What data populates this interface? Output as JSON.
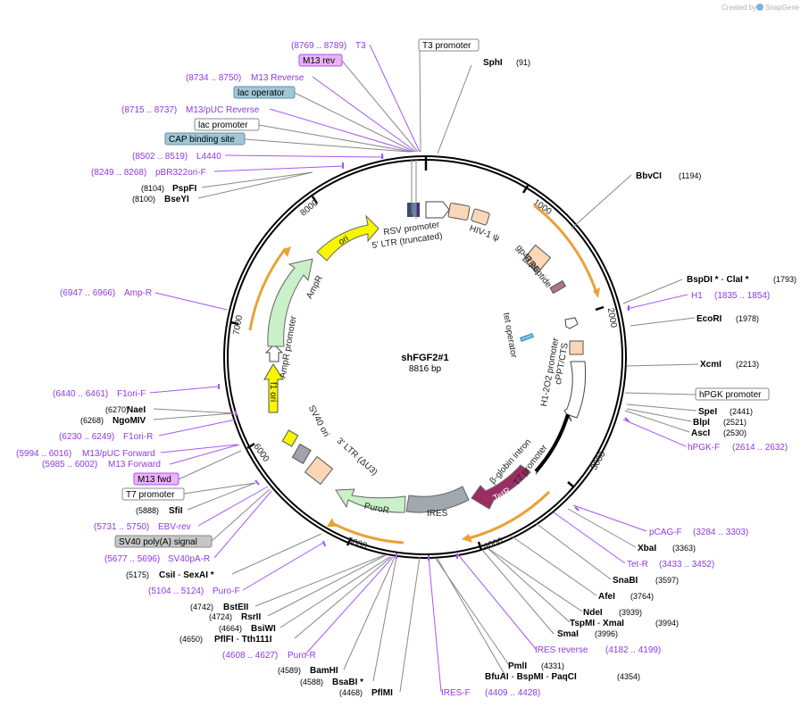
{
  "credit": {
    "label": "Created by",
    "brand": "SnapGene"
  },
  "plasmid": {
    "name": "shFGF2#1",
    "length": "8816 bp"
  },
  "ticks": [
    "1000",
    "2000",
    "3000",
    "4000",
    "5000",
    "6000",
    "7000",
    "8000"
  ],
  "features": [
    {
      "id": "rsv",
      "label": "RSV promoter"
    },
    {
      "id": "ltr5",
      "label": "5' LTR (truncated)"
    },
    {
      "id": "hiv",
      "label": "HIV-1 ψ"
    },
    {
      "id": "rre",
      "label": "RRE"
    },
    {
      "id": "gp41",
      "label": "gp41 peptide"
    },
    {
      "id": "tetop",
      "label": "tet operator"
    },
    {
      "id": "cppt",
      "label": "cPPT/CTS"
    },
    {
      "id": "h1",
      "label": "H1-2O2 promoter"
    },
    {
      "id": "bglob",
      "label": "β-globin intron"
    },
    {
      "id": "t7",
      "label": "T7 promoter"
    },
    {
      "id": "tetr",
      "label": "TetR"
    },
    {
      "id": "ires",
      "label": "IRES"
    },
    {
      "id": "puror",
      "label": "PuroR"
    },
    {
      "id": "ltr3",
      "label": "3' LTR (ΔU3)"
    },
    {
      "id": "sv40ori",
      "label": "SV40 ori"
    },
    {
      "id": "f1ori",
      "label": "f1 ori"
    },
    {
      "id": "amppro",
      "label": "AmpR promoter"
    },
    {
      "id": "ampr",
      "label": "AmpR"
    },
    {
      "id": "ori",
      "label": "ori"
    }
  ],
  "annotations": [
    {
      "label": "T3",
      "range": "(8769 .. 8789)"
    },
    {
      "label": "T3 promoter"
    },
    {
      "label": "SphI",
      "num": "(91)"
    },
    {
      "label": "M13 rev"
    },
    {
      "label": "M13 Reverse",
      "range": "(8734 .. 8750)"
    },
    {
      "label": "lac operator"
    },
    {
      "label": "M13/pUC Reverse",
      "range": "(8715 .. 8737)"
    },
    {
      "label": "lac promoter"
    },
    {
      "label": "CAP binding site"
    },
    {
      "label": "L4440",
      "range": "(8502 .. 8519)"
    },
    {
      "label": "pBR322ori-F",
      "range": "(8249 .. 8268)"
    },
    {
      "label": "PspFI",
      "num": "(8104)"
    },
    {
      "label": "BseYI",
      "num": "(8100)"
    },
    {
      "label": "BbvCI",
      "num": "(1194)"
    },
    {
      "label": "BspDI",
      "extra": "ClaI",
      "num": "(1793)"
    },
    {
      "label": "H1",
      "range": "(1835 .. 1854)"
    },
    {
      "label": "EcoRI",
      "num": "(1978)"
    },
    {
      "label": "XcmI",
      "num": "(2213)"
    },
    {
      "label": "Amp-R",
      "range": "(6947 .. 6966)"
    },
    {
      "label": "hPGK promoter"
    },
    {
      "label": "SpeI",
      "num": "(2441)"
    },
    {
      "label": "BlpI",
      "num": "(2521)"
    },
    {
      "label": "AscI",
      "num": "(2530)"
    },
    {
      "label": "hPGK-F",
      "range": "(2614 .. 2632)"
    },
    {
      "label": "F1ori-F",
      "range": "(6440 .. 6461)"
    },
    {
      "label": "NaeI",
      "num": "(6270)"
    },
    {
      "label": "NgoMIV",
      "num": "(6268)"
    },
    {
      "label": "F1ori-R",
      "range": "(6230 .. 6249)"
    },
    {
      "label": "M13/pUC Forward",
      "range": "(5994 .. 6016)"
    },
    {
      "label": "M13 Forward",
      "range": "(5985 .. 6002)"
    },
    {
      "label": "M13 fwd"
    },
    {
      "label": "T7 promoter"
    },
    {
      "label": "SfiI",
      "num": "(5888)"
    },
    {
      "label": "EBV-rev",
      "range": "(5731 .. 5750)"
    },
    {
      "label": "SV40 poly(A) signal"
    },
    {
      "label": "SV40pA-R",
      "range": "(5677 .. 5696)"
    },
    {
      "label": "CsiI",
      "extra": "SexAI",
      "num": "(5175)"
    },
    {
      "label": "Puro-F",
      "range": "(5104 .. 5124)"
    },
    {
      "label": "BstEII",
      "num": "(4742)"
    },
    {
      "label": "RsrII",
      "num": "(4724)"
    },
    {
      "label": "BsiWI",
      "num": "(4664)"
    },
    {
      "label": "PflFI",
      "extra": "Tth111I",
      "num": "(4650)"
    },
    {
      "label": "Puro-R",
      "range": "(4608 .. 4627)"
    },
    {
      "label": "BamHI",
      "num": "(4589)"
    },
    {
      "label": "BsaBI",
      "num": "(4588)"
    },
    {
      "label": "PflMI",
      "num": "(4468)"
    },
    {
      "label": "IRES-F",
      "range": "(4409 .. 4428)"
    },
    {
      "label": "pCAG-F",
      "range": "(3284 .. 3303)"
    },
    {
      "label": "XbaI",
      "num": "(3363)"
    },
    {
      "label": "Tet-R",
      "range": "(3433 .. 3452)"
    },
    {
      "label": "SnaBI",
      "num": "(3597)"
    },
    {
      "label": "AfeI",
      "num": "(3764)"
    },
    {
      "label": "NdeI",
      "num": "(3939)"
    },
    {
      "label": "TspMI",
      "extra": "XmaI",
      "num": "(3994)"
    },
    {
      "label": "SmaI",
      "num": "(3996)"
    },
    {
      "label": "IRES reverse",
      "range": "(4182 .. 4199)"
    },
    {
      "label": "PmlI",
      "num": "(4331)"
    },
    {
      "label": "BfuAI",
      "extra": "BspMI",
      "extra2": "PaqCI",
      "num": "(4354)"
    }
  ]
}
